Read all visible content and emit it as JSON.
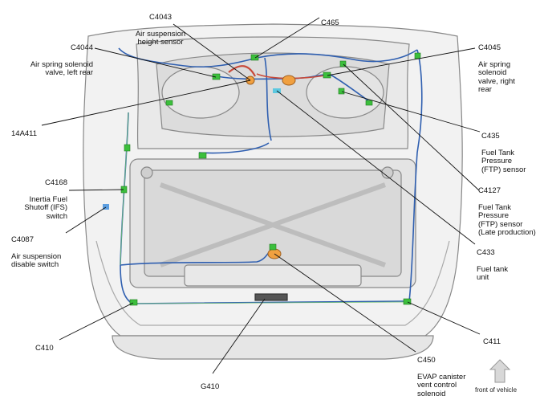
{
  "callouts": {
    "c4043": {
      "code": "C4043",
      "desc": "Air suspension\nheight sensor"
    },
    "c465": {
      "code": "C465",
      "desc": ""
    },
    "c4044": {
      "code": "C4044",
      "desc": "Air spring solenoid\nvalve, left rear"
    },
    "c4045": {
      "code": "C4045",
      "desc": "Air spring\nsolenoid\nvalve, right\nrear"
    },
    "h14a411": {
      "code": "14A411",
      "desc": ""
    },
    "c435": {
      "code": "C435",
      "desc": "Fuel Tank\nPressure\n(FTP) sensor"
    },
    "c4168": {
      "code": "C4168",
      "desc": "Inertia Fuel\nShutoff (IFS)\nswitch"
    },
    "c4127": {
      "code": "C4127",
      "desc": "Fuel Tank\nPressure\n(FTP) sensor\n(Late production)"
    },
    "c4087": {
      "code": "C4087",
      "desc": "Air suspension\ndisable switch"
    },
    "c433": {
      "code": "C433",
      "desc": "Fuel tank\nunit"
    },
    "c410": {
      "code": "C410",
      "desc": ""
    },
    "c411": {
      "code": "C411",
      "desc": ""
    },
    "c450": {
      "code": "C450",
      "desc": "EVAP canister\nvent control\nsolenoid"
    },
    "g410": {
      "code": "G410",
      "desc": ""
    }
  },
  "front_indicator": {
    "label": "front of vehicle",
    "icon": "up-arrow-icon"
  },
  "colors": {
    "harness": "#2f5fb0",
    "connector": "#3cbf3c",
    "component": "#f0a040",
    "leader": "#111111"
  }
}
